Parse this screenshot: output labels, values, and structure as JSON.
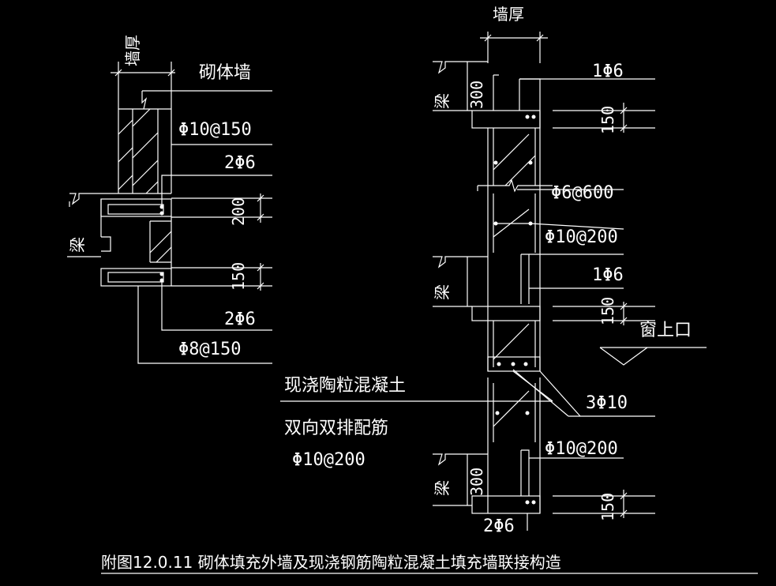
{
  "title": "附图12.0.11   砌体填充外墙及现浇钢筋陶粒混凝土填充墙联接构造",
  "left_detail": {
    "wall_thickness": "墙厚",
    "masonry_wall": "砌体墙",
    "rebar_top_stirrup": "Φ10@150",
    "rebar_top_bars": "2Φ6",
    "dim_200": "200",
    "beam": "梁",
    "dim_150": "150",
    "rebar_bottom_bars": "2Φ6",
    "rebar_bottom_stirrup": "Φ8@150"
  },
  "right_detail": {
    "wall_thickness": "墙厚",
    "rebar_1phi6_top": "1Φ6",
    "beam_top": "梁",
    "dim_300_top": "300",
    "dim_150_top": "150",
    "rebar_phi6_600": "Φ6@600",
    "rebar_phi10_200_a": "Φ10@200",
    "rebar_1phi6_mid": "1Φ6",
    "beam_mid": "梁",
    "dim_150_mid": "150",
    "window_top": "窗上口",
    "rebar_3phi10": "3Φ10",
    "rebar_phi10_200_b": "Φ10@200",
    "beam_bottom": "梁",
    "dim_300_bottom": "300",
    "dim_150_bottom": "150",
    "rebar_2phi6_bottom": "2Φ6"
  },
  "middle_notes": {
    "cast_concrete": "现浇陶粒混凝土",
    "double_reinforcement": "双向双排配筋",
    "rebar_phi10_200": "Φ10@200"
  }
}
